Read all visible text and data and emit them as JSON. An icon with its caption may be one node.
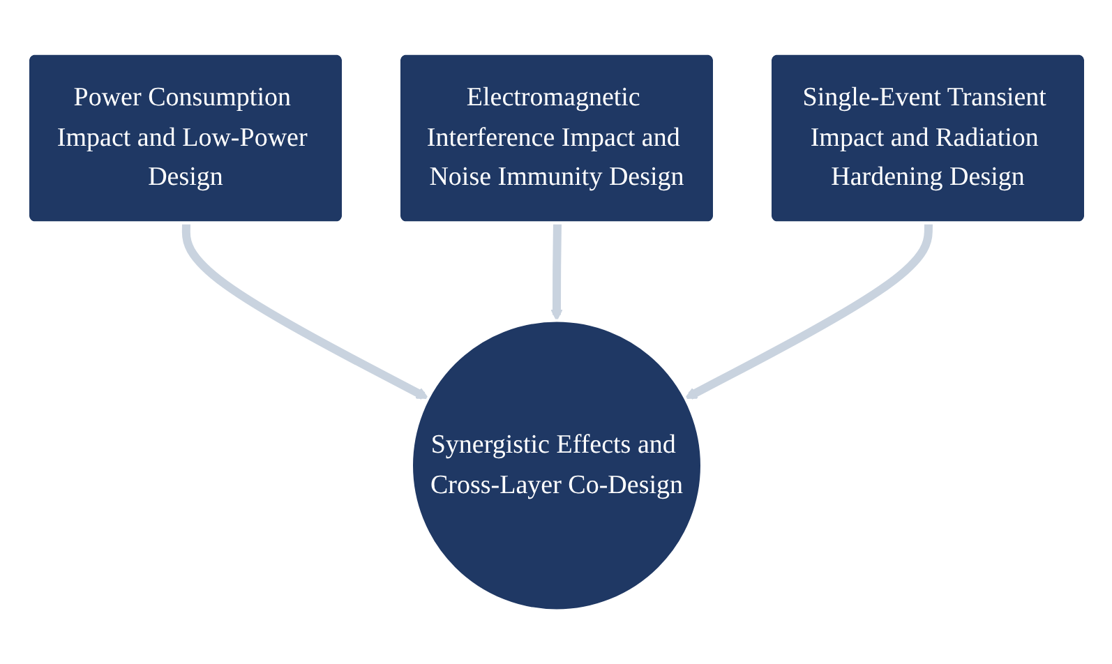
{
  "diagram": {
    "nodes": [
      {
        "text": [
          "Power Consumption Impact and Low-Power Design"
        ]
      },
      {
        "text": [
          "Electromagnetic Interference Impact and Noise Immunity Design"
        ]
      },
      {
        "text": [
          "Single-Event Transient Impact and Radiation Hardening Design"
        ]
      },
      {
        "text": [
          "Synergistic Effects and Cross-Layer Co-Design"
        ]
      }
    ],
    "edges": [
      {
        "from": 0,
        "to": 3,
        "arrow": "to"
      },
      {
        "from": 1,
        "to": 3,
        "arrow": "to"
      },
      {
        "from": 2,
        "to": 3,
        "arrow": "to"
      }
    ]
  }
}
